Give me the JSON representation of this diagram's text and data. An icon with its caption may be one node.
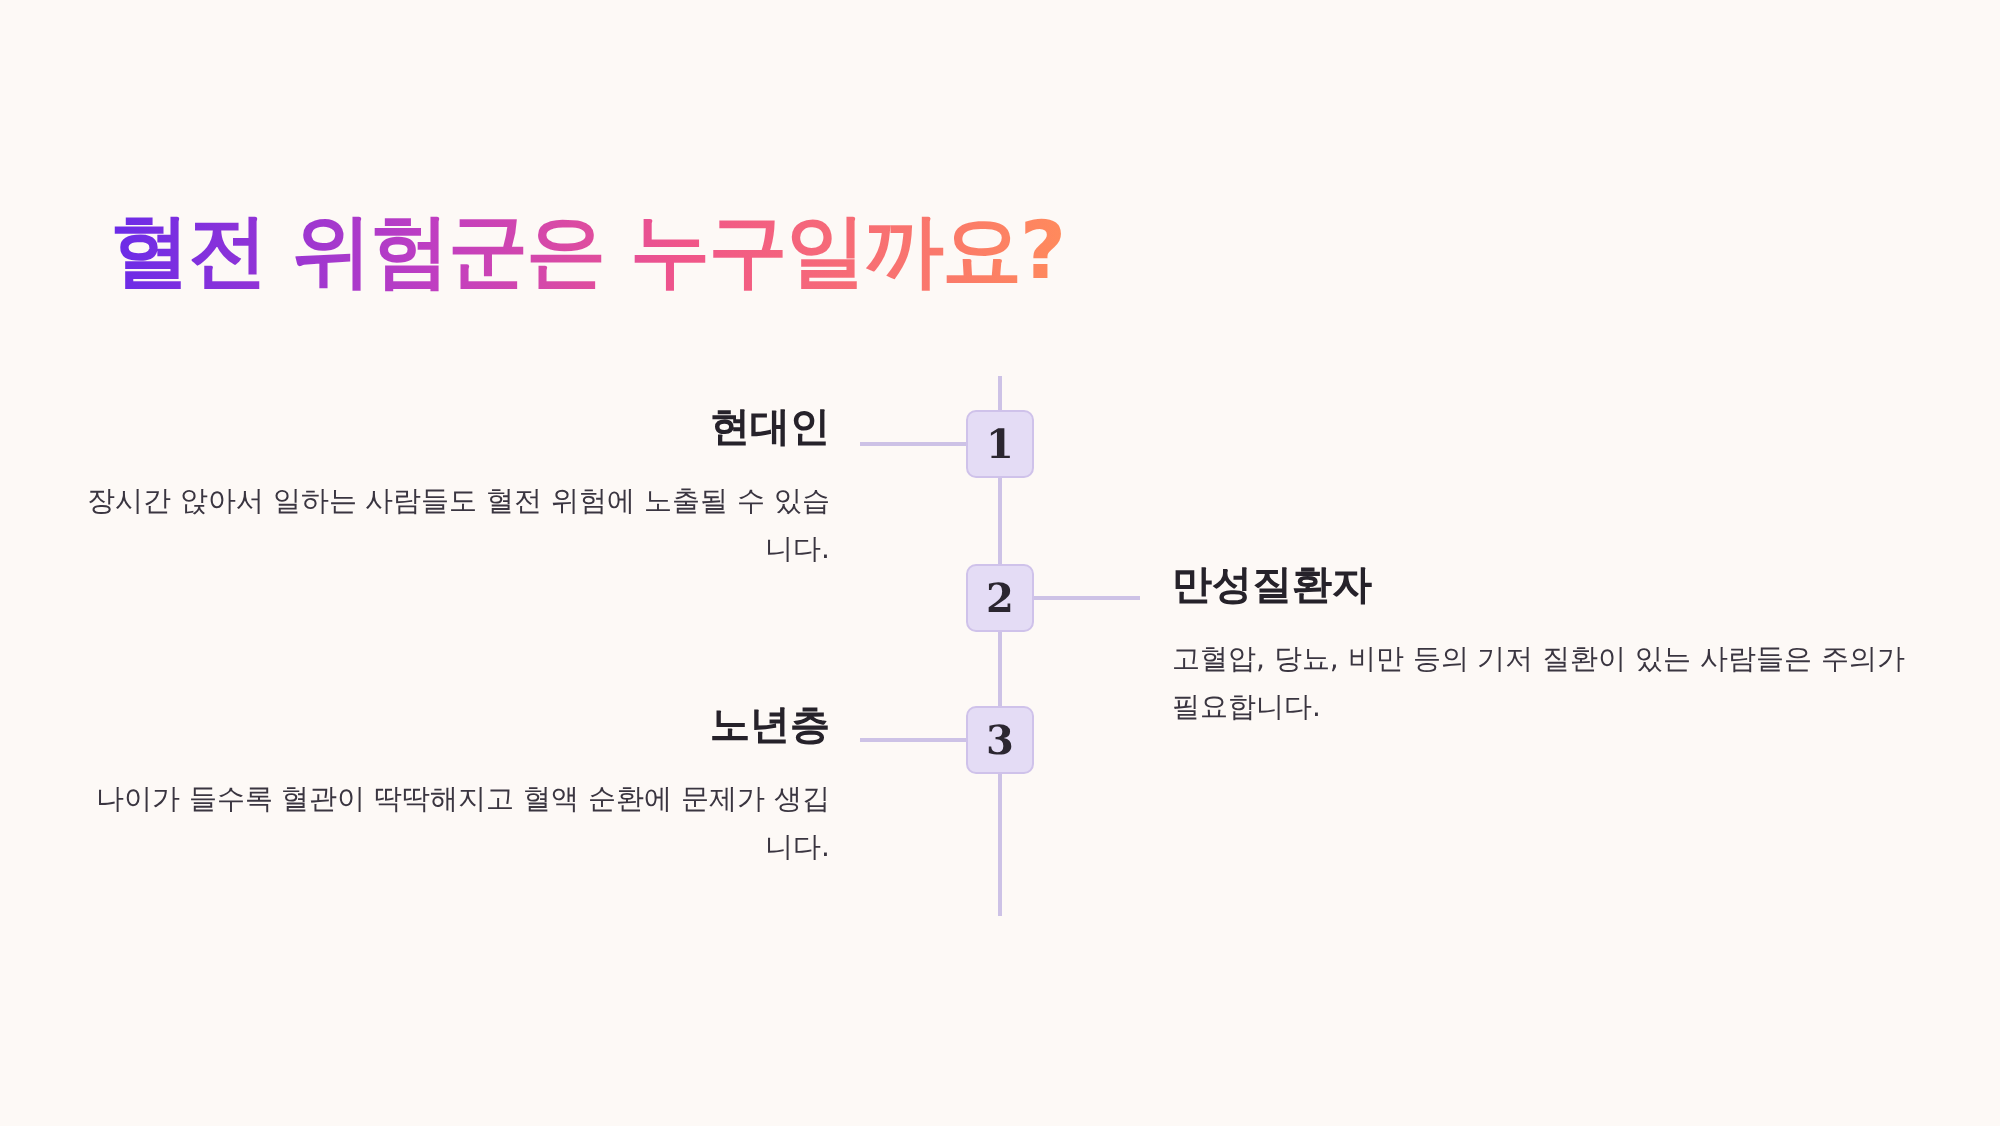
{
  "diagram": {
    "title": "혈전 위험군은 누구일까요?",
    "nodes": [
      {
        "text": [
          "1"
        ]
      },
      {
        "text": [
          "현대인",
          "장시간 앉아서 일하는 사람들도 혈전 위험에 노출될 수 있습니다."
        ]
      },
      {
        "text": [
          "2"
        ]
      },
      {
        "text": [
          "만성질환자",
          "고혈압, 당뇨, 비만 등의 기저 질환이 있는 사람들은 주의가 필요합니다."
        ]
      },
      {
        "text": [
          "3"
        ]
      },
      {
        "text": [
          "노년층",
          "나이가 들수록 혈관이 딱딱해지고 혈액 순환에 문제가 생깁니다."
        ]
      }
    ],
    "edges": [
      {
        "from": 0,
        "to": 1,
        "arrow": "none"
      },
      {
        "from": 0,
        "to": 2,
        "arrow": "none"
      },
      {
        "from": 2,
        "to": 3,
        "arrow": "none"
      },
      {
        "from": 2,
        "to": 4,
        "arrow": "none"
      },
      {
        "from": 4,
        "to": 5,
        "arrow": "none"
      }
    ]
  }
}
